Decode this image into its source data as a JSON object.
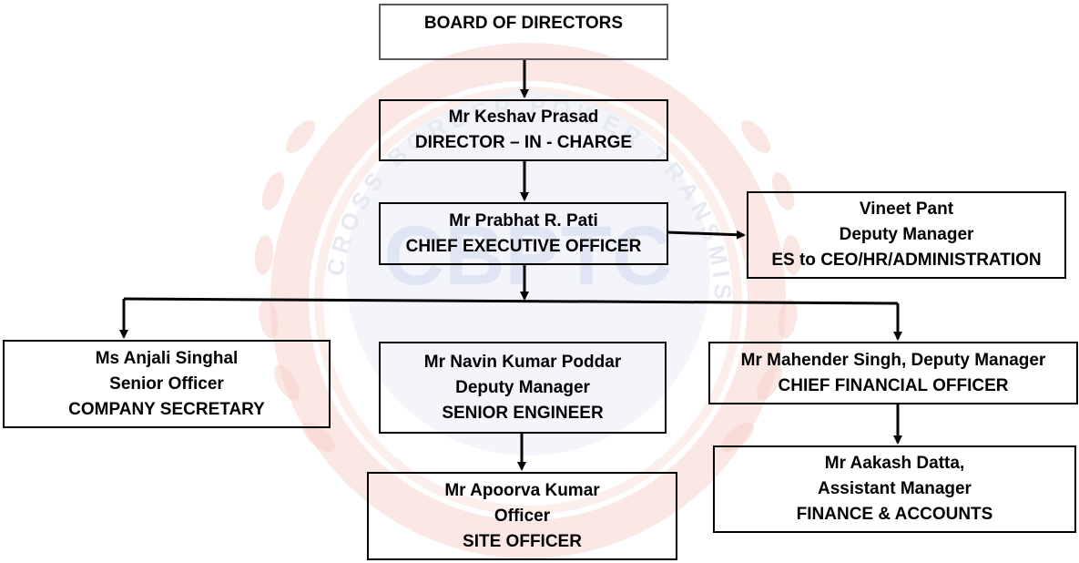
{
  "colors": {
    "border": "#000000",
    "watermark_ring": "#f5c9c0",
    "watermark_center": "#e3e8f6",
    "text": "#000000"
  },
  "watermark": {
    "text": "CROSS BORDER POWER TRANSMISSION COMPANY LTD",
    "logo": "CBPTC"
  },
  "nodes": {
    "board": {
      "line1": "BOARD OF DIRECTORS"
    },
    "director": {
      "name": "Mr Keshav Prasad",
      "role": "DIRECTOR – IN - CHARGE"
    },
    "ceo": {
      "name": "Mr Prabhat R. Pati",
      "role": "CHIEF EXECUTIVE OFFICER"
    },
    "es": {
      "name": "Vineet Pant",
      "designation": "Deputy Manager",
      "role": "ES to CEO/HR/ADMINISTRATION"
    },
    "cs": {
      "name": "Ms Anjali Singhal",
      "designation": "Senior Officer",
      "role": "COMPANY SECRETARY"
    },
    "se": {
      "name": "Mr Navin Kumar Poddar",
      "designation": "Deputy Manager",
      "role": "SENIOR ENGINEER"
    },
    "cfo": {
      "name": "Mr Mahender Singh, Deputy Manager",
      "role": "CHIEF FINANCIAL OFFICER"
    },
    "site": {
      "name": "Mr Apoorva Kumar",
      "designation": "Officer",
      "role": "SITE OFFICER"
    },
    "finance": {
      "name": "Mr Aakash Datta,",
      "designation": "Assistant Manager",
      "role": "FINANCE & ACCOUNTS"
    }
  }
}
